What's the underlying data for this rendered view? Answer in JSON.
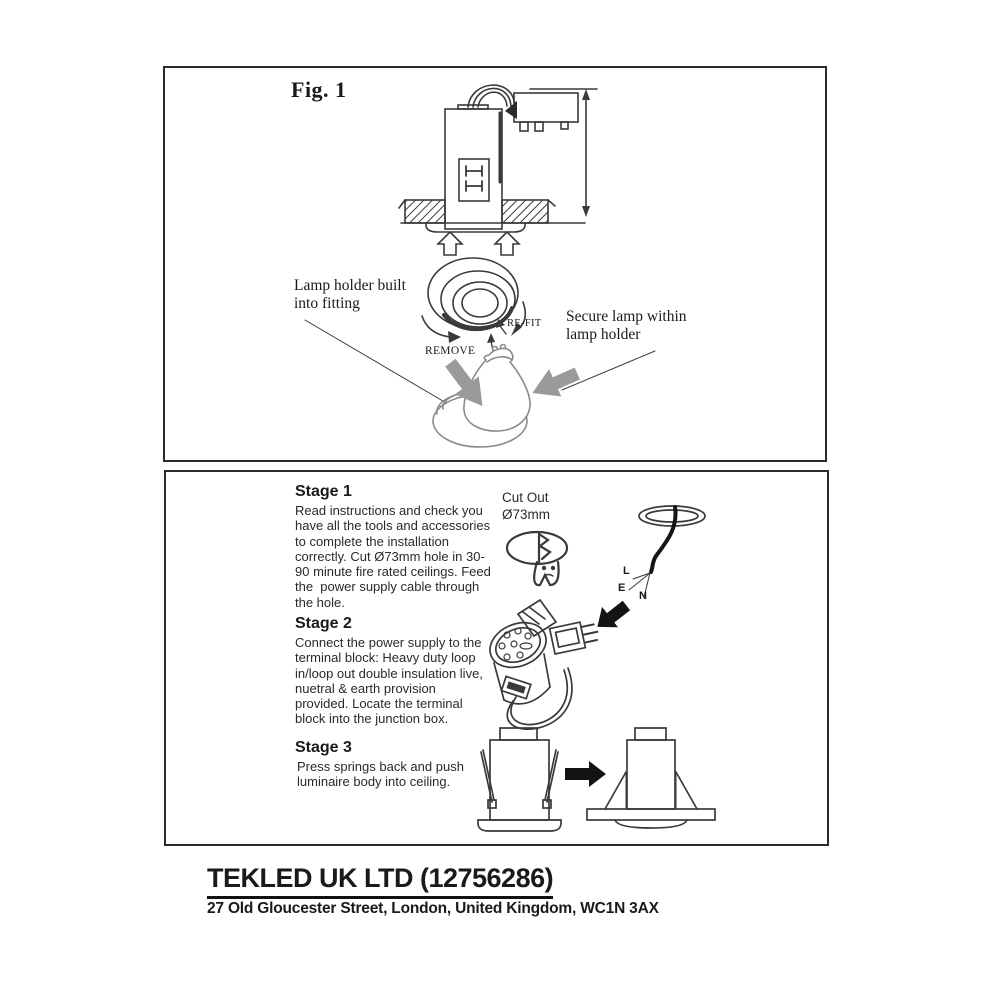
{
  "document": {
    "fig1": {
      "title": "Fig. 1",
      "label_lamp_holder": "Lamp holder built\ninto fitting",
      "label_refit": "RE-FIT",
      "label_remove": "REMOVE",
      "label_secure": "Secure lamp within\nlamp holder"
    },
    "stages": {
      "stage1_heading": "Stage 1",
      "stage1_body": "Read instructions and check you\nhave all the tools and accessories\nto complete the installation\ncorrectly. Cut Ø73mm hole in 30-\n90 minute fire rated ceilings. Feed\nthe  power supply cable through\nthe hole.",
      "stage2_heading": "Stage 2",
      "stage2_body": "Connect the power supply to the\nterminal block: Heavy duty loop\nin/loop out double insulation live,\nnuetral & earth provision\nprovided. Locate the terminal\nblock into the junction box.",
      "stage3_heading": "Stage 3",
      "stage3_body": "Press springs back and push\nluminaire body into ceiling.",
      "cutout_label": "Cut Out\nØ73mm",
      "wire_live": "L",
      "wire_earth": "E",
      "wire_neutral": "N"
    },
    "footer": {
      "company": "TEKLED UK LTD (12756286)",
      "address": "27 Old Gloucester Street, London, United Kingdom, WC1N 3AX"
    },
    "colors": {
      "ink": "#1a1a1a",
      "line": "#3a3a3a",
      "gray_arrow": "#9a9a9a",
      "background": "#ffffff"
    }
  }
}
